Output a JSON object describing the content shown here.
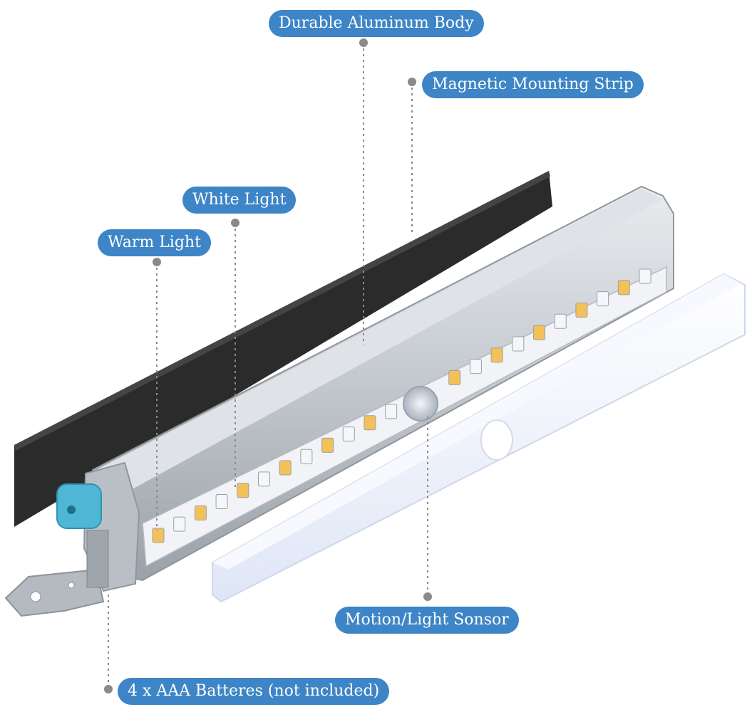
{
  "colors": {
    "callout_bg": "#3d85c6",
    "leader": "#8a8a8a",
    "magnet_strip": "#2b2b2b",
    "aluminum": "#c9cdd1",
    "diffuser": "#eef2fb",
    "sensor_cap": "#4fb6d6",
    "led_warm": "#f2c15a",
    "led_white": "#f4f6fa"
  },
  "callouts": {
    "aluminum_body": "Durable Aluminum Body",
    "magnetic_strip": "Magnetic Mounting Strip",
    "white_light": "White Light",
    "warm_light": "Warm Light",
    "motion_sensor": "Motion/Light Sonsor",
    "batteries": "4 x AAA Batteres (not included)"
  }
}
